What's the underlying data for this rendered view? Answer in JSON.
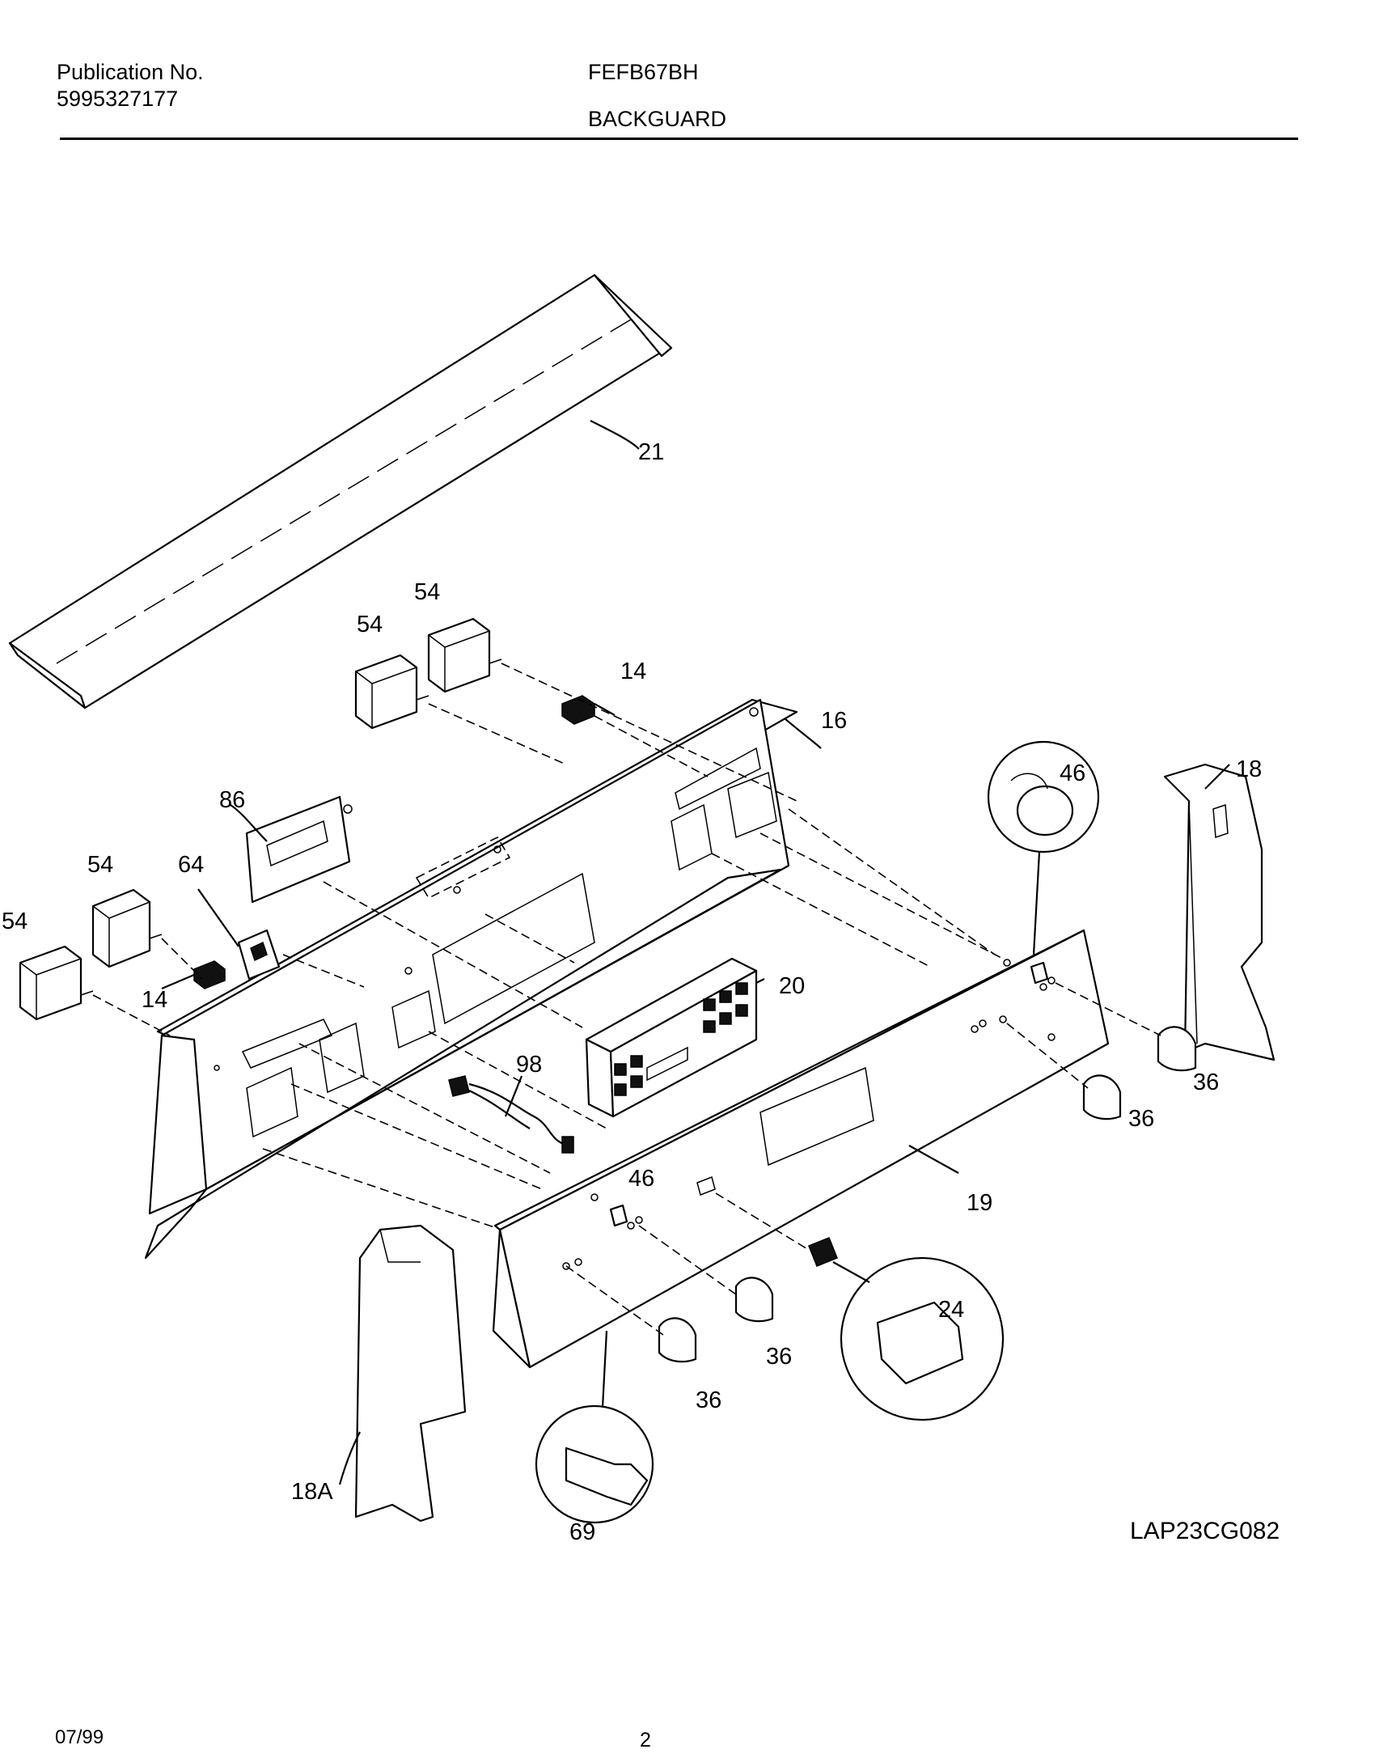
{
  "header": {
    "publication_label": "Publication No.",
    "publication_number": "5995327177",
    "model": "FEFB67BH",
    "section": "BACKGUARD"
  },
  "footer": {
    "date": "07/99",
    "page": "2"
  },
  "diagram": {
    "reference_code": "LAP23CG082",
    "callouts": {
      "c21": "21",
      "c54a": "54",
      "c54b": "54",
      "c54c": "54",
      "c54d": "54",
      "c14a": "14",
      "c14b": "14",
      "c16": "16",
      "c86": "86",
      "c64": "64",
      "c46a": "46",
      "c46b": "46",
      "c18": "18",
      "c20": "20",
      "c98": "98",
      "c36a": "36",
      "c36b": "36",
      "c36c": "36",
      "c36d": "36",
      "c19": "19",
      "c24": "24",
      "c18a": "18A",
      "c69": "69"
    }
  }
}
